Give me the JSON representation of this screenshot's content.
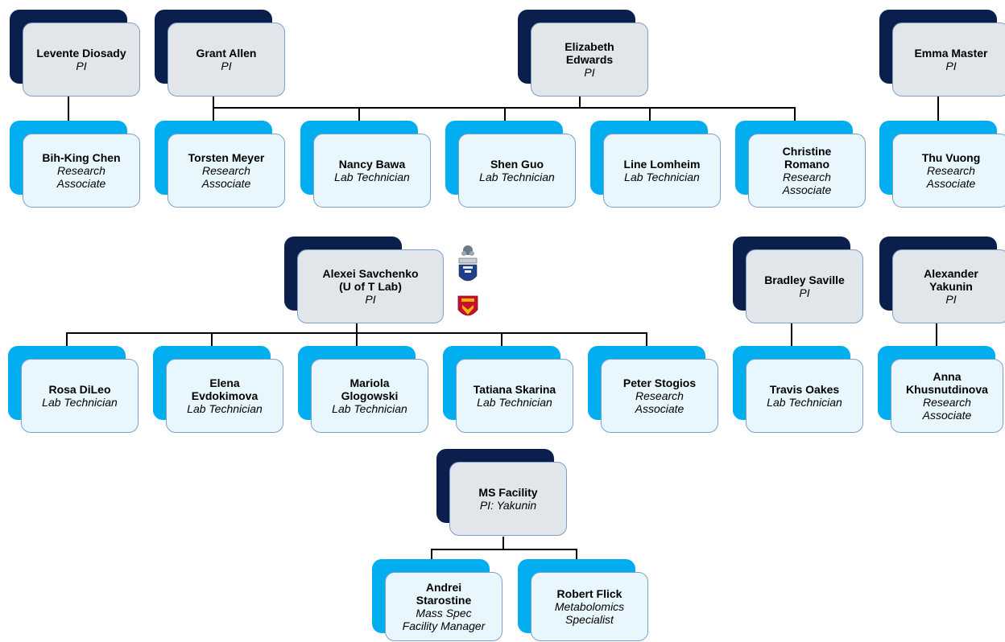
{
  "groups": {
    "diosady": {
      "pi": {
        "name": "Levente Diosady",
        "role": "PI"
      },
      "staff": [
        {
          "name": "Bih-King Chen",
          "role": "Research\nAssociate"
        }
      ]
    },
    "allen_edwards": {
      "pis": [
        {
          "name": "Grant Allen",
          "role": "PI"
        },
        {
          "name": "Elizabeth\nEdwards",
          "role": "PI"
        }
      ],
      "staff": [
        {
          "name": "Torsten Meyer",
          "role": "Research\nAssociate"
        },
        {
          "name": "Nancy Bawa",
          "role": "Lab Technician"
        },
        {
          "name": "Shen Guo",
          "role": "Lab Technician"
        },
        {
          "name": "Line Lomheim",
          "role": "Lab Technician"
        },
        {
          "name": "Christine\nRomano",
          "role": "Research\nAssociate"
        }
      ]
    },
    "master": {
      "pi": {
        "name": "Emma Master",
        "role": "PI"
      },
      "staff": [
        {
          "name": "Thu Vuong",
          "role": "Research\nAssociate"
        }
      ]
    },
    "savchenko": {
      "pi": {
        "name": "Alexei Savchenko\n(U of T Lab)",
        "role": "PI"
      },
      "staff": [
        {
          "name": "Rosa DiLeo",
          "role": "Lab Technician"
        },
        {
          "name": "Elena\nEvdokimova",
          "role": "Lab Technician"
        },
        {
          "name": "Mariola\nGlogowski",
          "role": "Lab Technician"
        },
        {
          "name": "Tatiana Skarina",
          "role": "Lab Technician"
        },
        {
          "name": "Peter Stogios",
          "role": "Research\nAssociate"
        }
      ],
      "logos": [
        "university-of-toronto-crest",
        "university-of-calgary-crest"
      ]
    },
    "saville": {
      "pi": {
        "name": "Bradley Saville",
        "role": "PI"
      },
      "staff": [
        {
          "name": "Travis Oakes",
          "role": "Lab Technician"
        }
      ]
    },
    "yakunin": {
      "pi": {
        "name": "Alexander\nYakunin",
        "role": "PI"
      },
      "staff": [
        {
          "name": "Anna\nKhusnutdinova",
          "role": "Research\nAssociate"
        }
      ]
    },
    "ms_facility": {
      "pi": {
        "name": "MS Facility",
        "role": "PI: Yakunin"
      },
      "staff": [
        {
          "name": "Andrei\nStarostine",
          "role": "Mass Spec\nFacility Manager"
        },
        {
          "name": "Robert Flick",
          "role": "Metabolomics\nSpecialist"
        }
      ]
    }
  },
  "colors": {
    "pi_dark": "#0b1f4d",
    "staff_cyan": "#00aeef",
    "pi_card": "#e2e5ea",
    "staff_card": "#e8f7fd"
  }
}
